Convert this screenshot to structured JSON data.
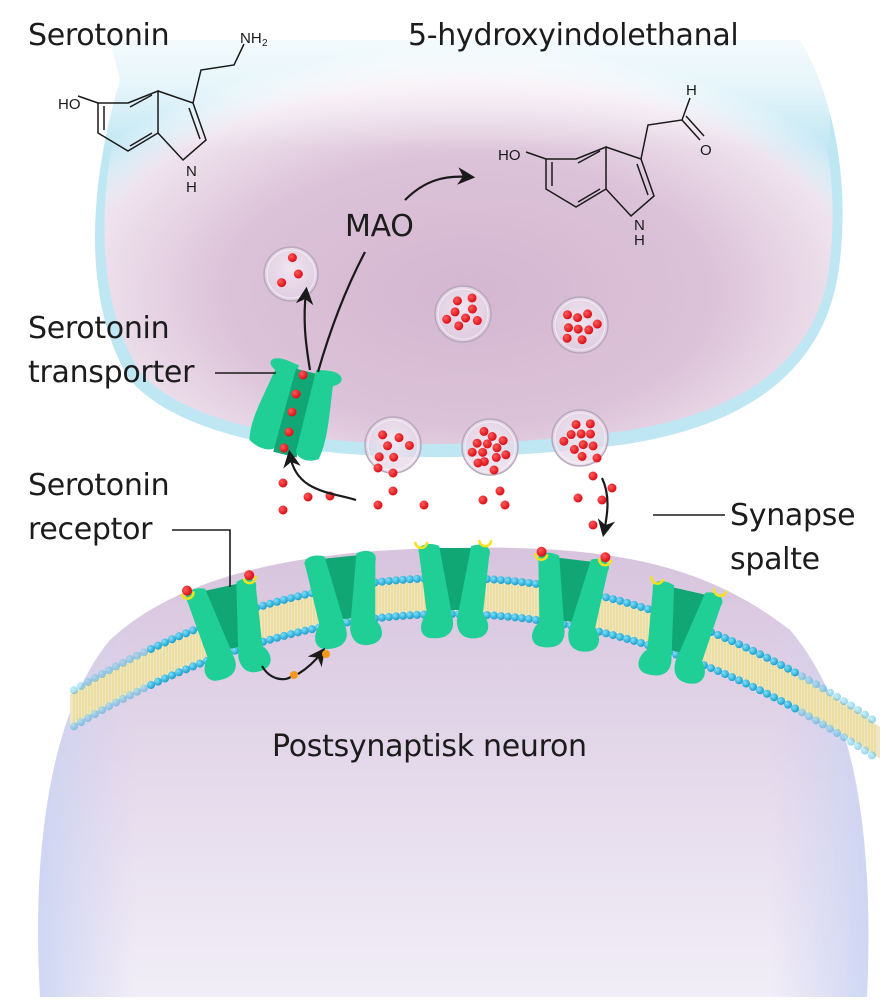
{
  "title": "Serotonin synapse",
  "labels": {
    "serotonin": "Serotonin",
    "product": "5-hydroxyindolethanal",
    "enzyme": "MAO",
    "transporter_line1": "Serotonin",
    "transporter_line2": "transporter",
    "receptor_line1": "Serotonin",
    "receptor_line2": "receptor",
    "cleft_line1": "Synapse",
    "cleft_line2": "spalte",
    "postsynaptic": "Postsynaptisk neuron"
  },
  "molecules": {
    "serotonin": {
      "hydroxyl": "HO",
      "amine": "NH",
      "amine_sub": "2",
      "ring_n": "N",
      "ring_h": "H"
    },
    "product": {
      "hydroxyl": "HO",
      "aldehyde_h": "H",
      "aldehyde_o": "O",
      "ring_n": "N",
      "ring_h": "H"
    }
  },
  "colors": {
    "serotonin_particle": "#e8141c",
    "protein": "#1fcf95",
    "protein_dark": "#11a775",
    "lipid_head": "#28b8e0",
    "lipid_tail": "#e6d36a",
    "binding_site": "#f2e21a",
    "second_messenger": "#f39a1c",
    "cytoplasm": "#d8bcd4",
    "membrane_rim": "#a8dcef",
    "text": "#1c1c1c"
  },
  "vesicles": [
    {
      "name": "recycled",
      "particles": 3
    },
    {
      "name": "storage-1",
      "particles": 8
    },
    {
      "name": "storage-2",
      "particles": 9
    },
    {
      "name": "fusing-1",
      "particles": 6
    },
    {
      "name": "fusing-2",
      "particles": 11
    },
    {
      "name": "fusing-3",
      "particles": 10
    }
  ],
  "receptors": [
    {
      "name": "receptor-1",
      "bound_sites": 2,
      "open_sites": 0
    },
    {
      "name": "receptor-2",
      "bound_sites": 0,
      "open_sites": 0
    },
    {
      "name": "receptor-3",
      "bound_sites": 0,
      "open_sites": 2
    },
    {
      "name": "receptor-4",
      "bound_sites": 2,
      "open_sites": 0
    },
    {
      "name": "receptor-5",
      "bound_sites": 0,
      "open_sites": 2
    }
  ]
}
